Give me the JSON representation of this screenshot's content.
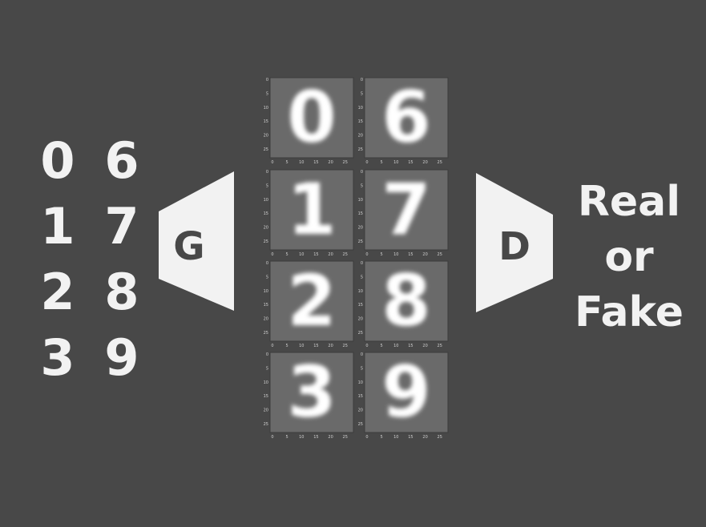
{
  "input_digits": [
    "0",
    "6",
    "1",
    "7",
    "2",
    "8",
    "3",
    "9"
  ],
  "generator": {
    "label": "G"
  },
  "discriminator": {
    "label": "D"
  },
  "output_labels": [
    "Real",
    "or",
    "Fake"
  ],
  "generated_samples": [
    {
      "digit": "0",
      "x_ticks": [
        "0",
        "5",
        "10",
        "15",
        "20",
        "25"
      ],
      "y_ticks": [
        "0",
        "5",
        "10",
        "15",
        "20",
        "25"
      ]
    },
    {
      "digit": "6",
      "x_ticks": [
        "0",
        "5",
        "10",
        "15",
        "20",
        "25"
      ],
      "y_ticks": [
        "0",
        "5",
        "10",
        "15",
        "20",
        "25"
      ]
    },
    {
      "digit": "1",
      "x_ticks": [
        "0",
        "5",
        "10",
        "15",
        "20",
        "25"
      ],
      "y_ticks": [
        "0",
        "5",
        "10",
        "15",
        "20",
        "25"
      ]
    },
    {
      "digit": "7",
      "x_ticks": [
        "0",
        "5",
        "10",
        "15",
        "20",
        "25"
      ],
      "y_ticks": [
        "0",
        "5",
        "10",
        "15",
        "20",
        "25"
      ]
    },
    {
      "digit": "2",
      "x_ticks": [
        "0",
        "5",
        "10",
        "15",
        "20",
        "25"
      ],
      "y_ticks": [
        "0",
        "5",
        "10",
        "15",
        "20",
        "25"
      ]
    },
    {
      "digit": "8",
      "x_ticks": [
        "0",
        "5",
        "10",
        "15",
        "20",
        "25"
      ],
      "y_ticks": [
        "0",
        "5",
        "10",
        "15",
        "20",
        "25"
      ]
    },
    {
      "digit": "3",
      "x_ticks": [
        "0",
        "5",
        "10",
        "15",
        "20",
        "25"
      ],
      "y_ticks": [
        "0",
        "5",
        "10",
        "15",
        "20",
        "25"
      ]
    },
    {
      "digit": "9",
      "x_ticks": [
        "0",
        "5",
        "10",
        "15",
        "20",
        "25"
      ],
      "y_ticks": [
        "0",
        "5",
        "10",
        "15",
        "20",
        "25"
      ]
    }
  ],
  "colors": {
    "background": "#484848",
    "foreground": "#f2f2f2",
    "sample_bg": "#6a6a6a"
  }
}
